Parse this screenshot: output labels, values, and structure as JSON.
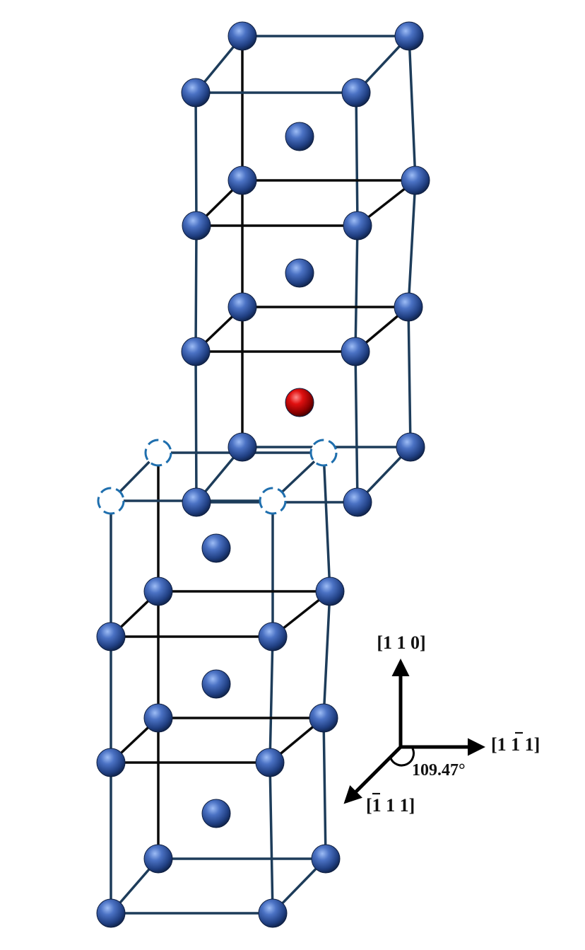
{
  "axes": {
    "vertical": {
      "h": "1",
      "k": "1",
      "l": "0",
      "bar_index": null
    },
    "horizontal": {
      "h": "1",
      "k": "1",
      "l": "1",
      "bar_index": 1
    },
    "diagonal": {
      "h": "1",
      "k": "1",
      "l": "1",
      "bar_index": 0
    },
    "angle_label": "109.47°"
  },
  "colors": {
    "atom": "#2f55a4",
    "atom_highlight": "#8fb0ef",
    "special_atom": "#cc0000",
    "vacancy": "#1f6fae",
    "edge_front": "#1d3c5a",
    "edge_back": "#0a0a0a",
    "arrow": "#000000"
  }
}
